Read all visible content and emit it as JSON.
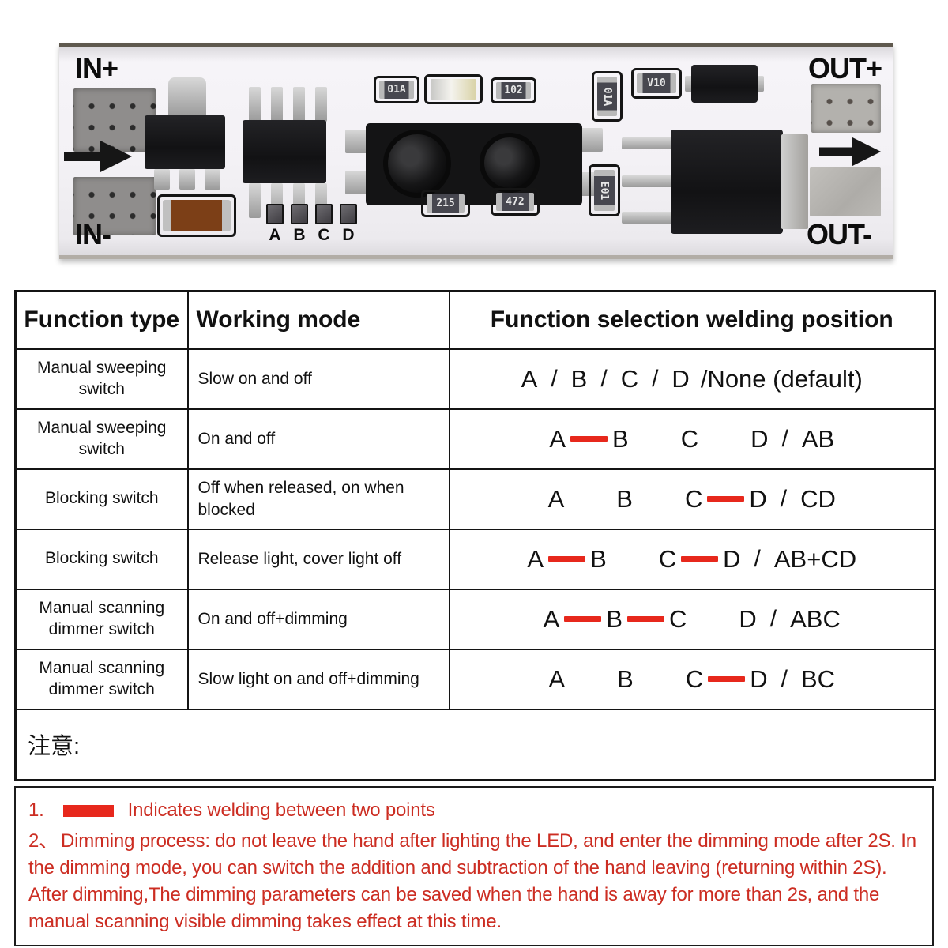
{
  "colors": {
    "red_line": "#e7281c",
    "note_text": "#cc2d22",
    "table_border": "#141414"
  },
  "pcb": {
    "labels": {
      "in_plus": "IN+",
      "in_minus": "IN-",
      "out_plus": "OUT+",
      "out_minus": "OUT-"
    },
    "jumper_labels": [
      "A",
      "B",
      "C",
      "D"
    ],
    "marks": {
      "r_top_left": "01A",
      "r_top_right": "102",
      "r_bottom_left": "215",
      "r_bottom_right": "472",
      "r_right_vertical": "01A",
      "r_right_top": "V10",
      "r_right_lower": "E01"
    }
  },
  "table": {
    "headers": [
      "Function type",
      "Working mode",
      "Function selection welding position"
    ],
    "rows": [
      {
        "function": "Manual sweeping switch",
        "mode": "Slow on and off",
        "position": [
          "A",
          "/",
          "B",
          "/",
          "C",
          "/",
          "D",
          "/None (default)"
        ]
      },
      {
        "function": "Manual sweeping switch",
        "mode": "On and off",
        "position": [
          "A",
          "LINK",
          "B",
          "GAP",
          "C",
          "GAP",
          "D",
          "/",
          "AB"
        ]
      },
      {
        "function": "Blocking switch",
        "mode": "Off when released, on when blocked",
        "position": [
          "A",
          "GAP",
          "B",
          "GAP",
          "C",
          "LINK",
          "D",
          "/",
          "CD"
        ]
      },
      {
        "function": "Blocking switch",
        "mode": "Release light, cover light off",
        "position": [
          "A",
          "LINK",
          "B",
          "GAP",
          "C",
          "LINK",
          "D",
          "/",
          "AB+CD"
        ]
      },
      {
        "function": "Manual scanning dimmer switch",
        "mode": "On and off+dimming",
        "position": [
          "A",
          "LINK",
          "B",
          "LINK",
          "C",
          "GAP",
          "D",
          "/",
          "ABC"
        ]
      },
      {
        "function": "Manual scanning dimmer switch",
        "mode": "Slow light on and off+dimming",
        "position": [
          "A",
          "GAP",
          "B",
          "GAP",
          "C",
          "LINK",
          "D",
          "/",
          "BC"
        ]
      }
    ],
    "note_row": "注意:"
  },
  "notes": {
    "items": [
      {
        "number": "1.",
        "swatch": true,
        "text": "Indicates welding between two points"
      },
      {
        "number": "2、",
        "swatch": false,
        "text": "Dimming process: do not leave the hand after lighting the LED, and enter the dimming mode after 2S. In the dimming mode, you can switch the addition and subtraction of the hand leaving (returning within 2S). After dimming,The dimming parameters can be saved when the hand is away for more than 2s, and the manual scanning visible dimming takes effect at this time."
      }
    ]
  }
}
